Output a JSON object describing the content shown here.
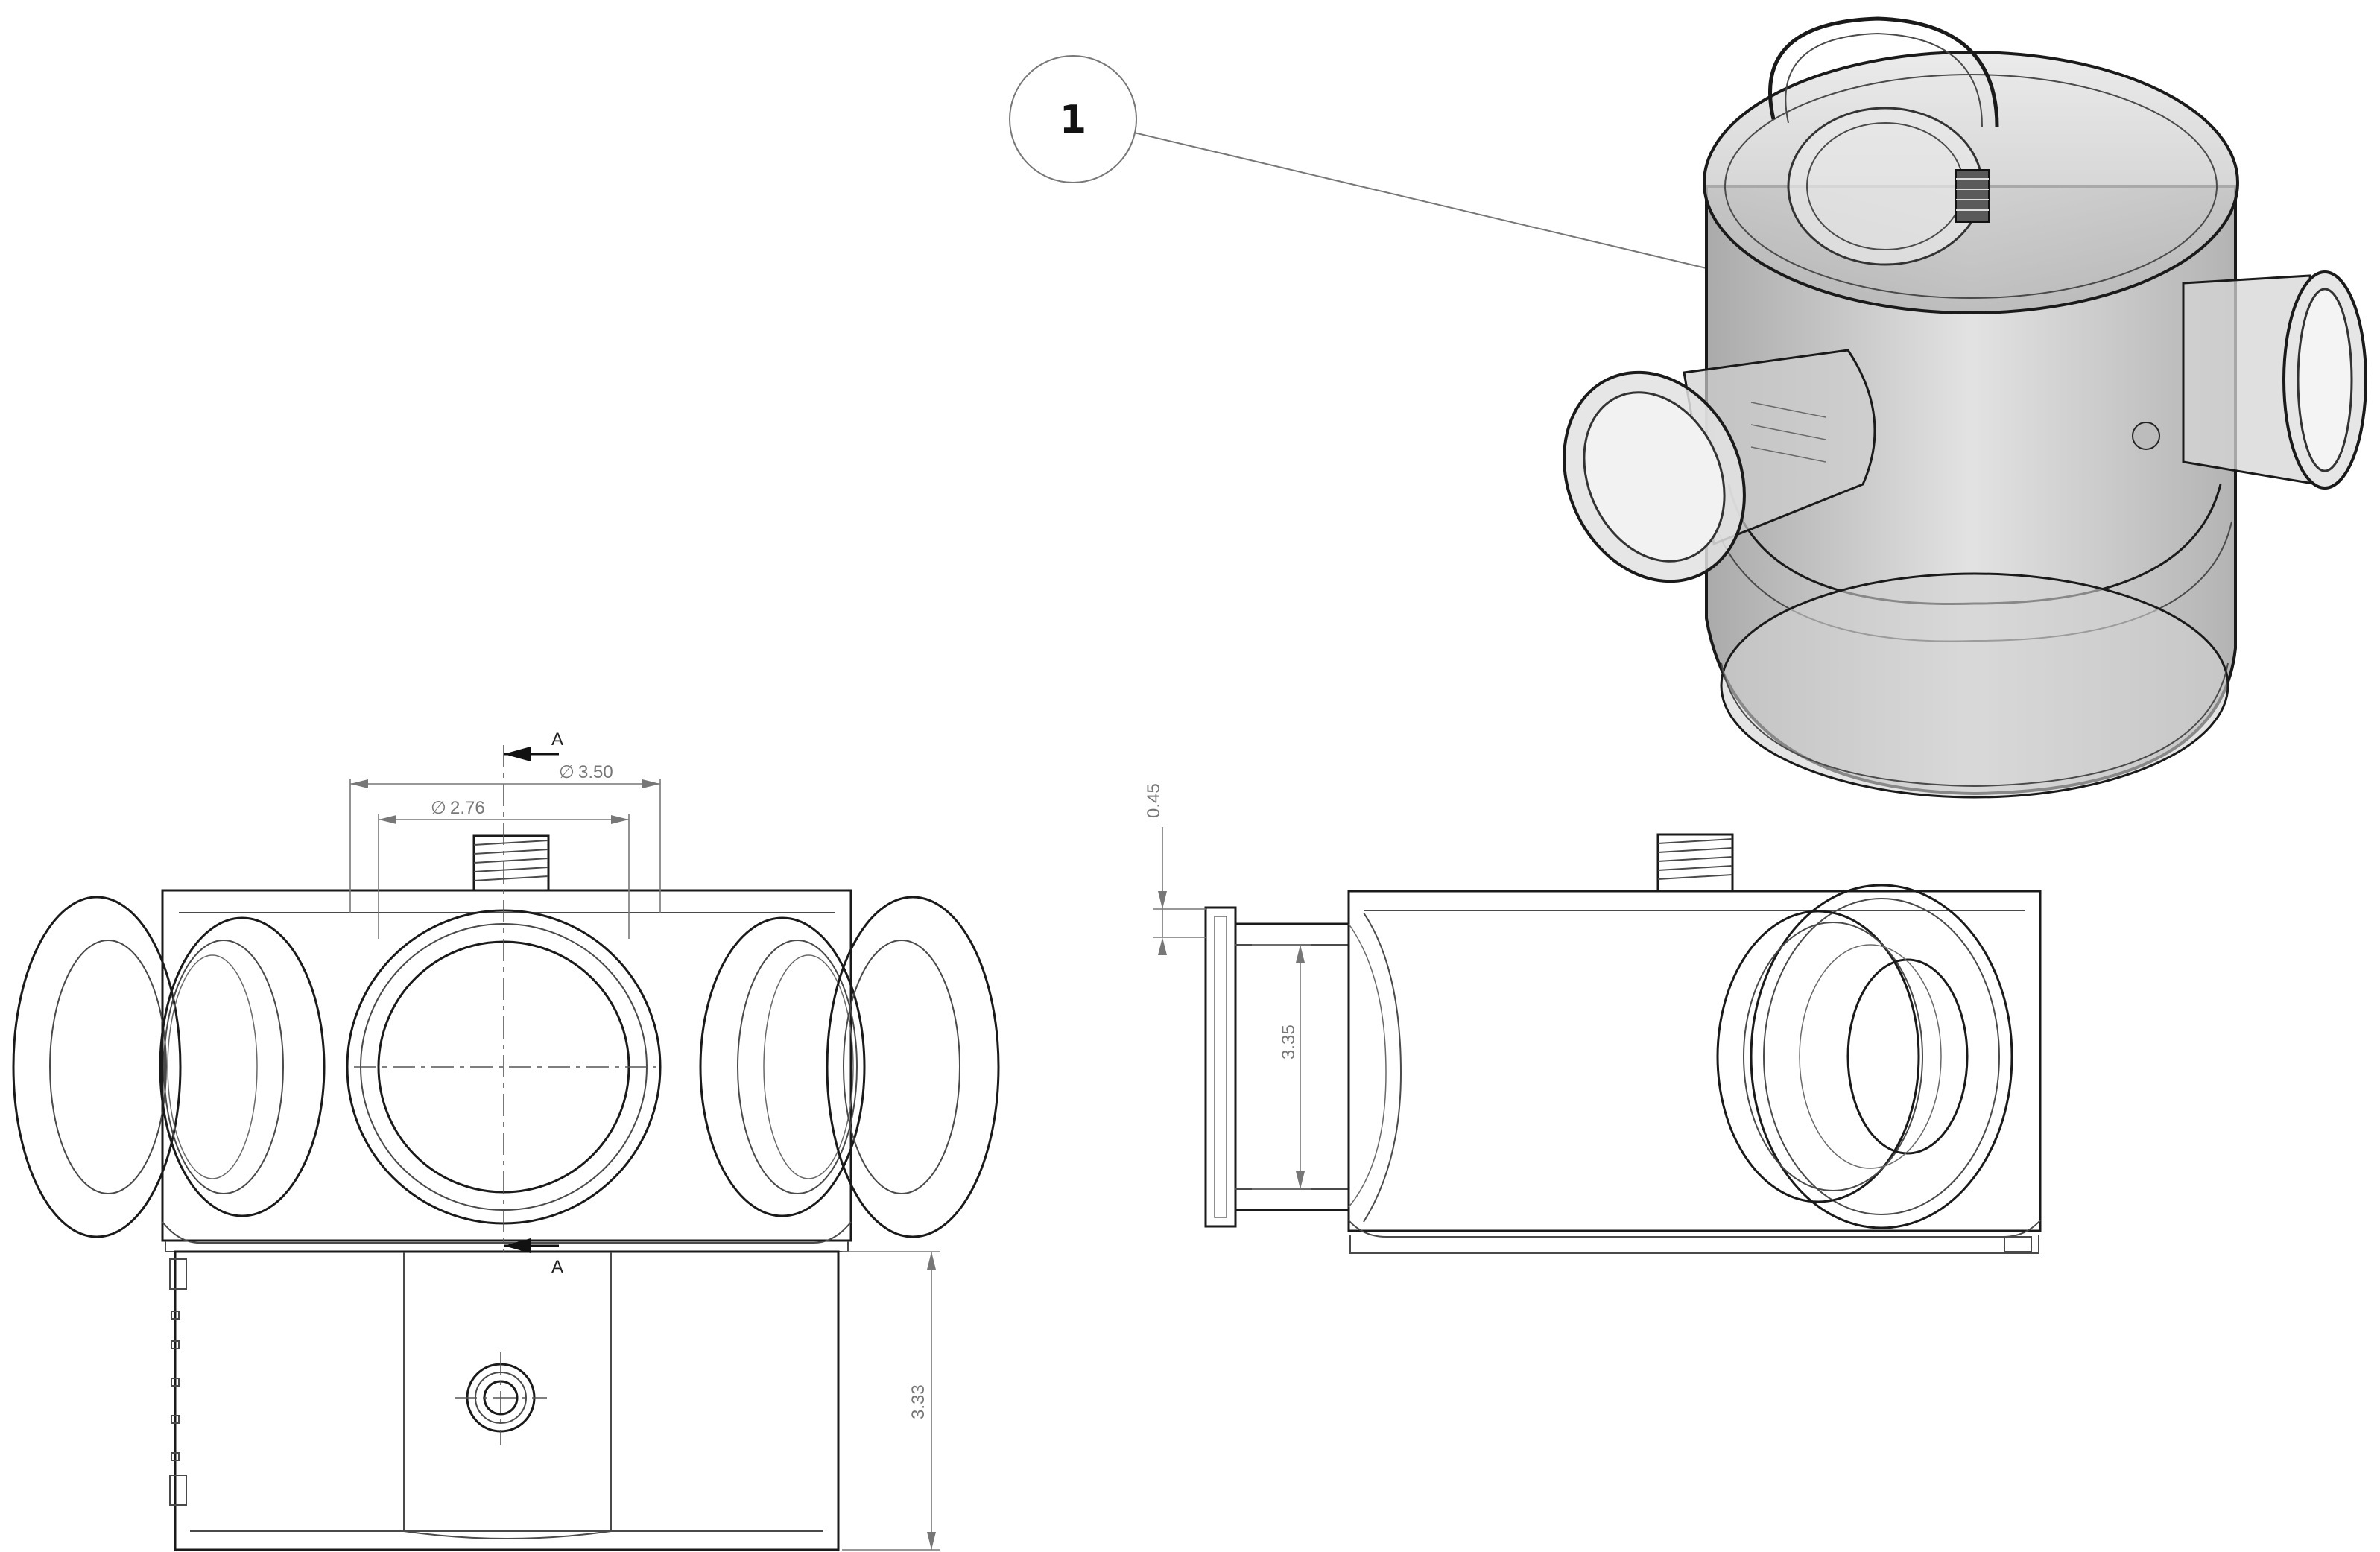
{
  "drawing": {
    "balloon": "1",
    "section_label": "A",
    "dimensions": {
      "dia_outer": "3.50",
      "dia_inner": "2.76",
      "flange": "0.45",
      "port_height": "3.35",
      "lower_height": "3.33"
    },
    "diameter_symbol": "∅"
  }
}
